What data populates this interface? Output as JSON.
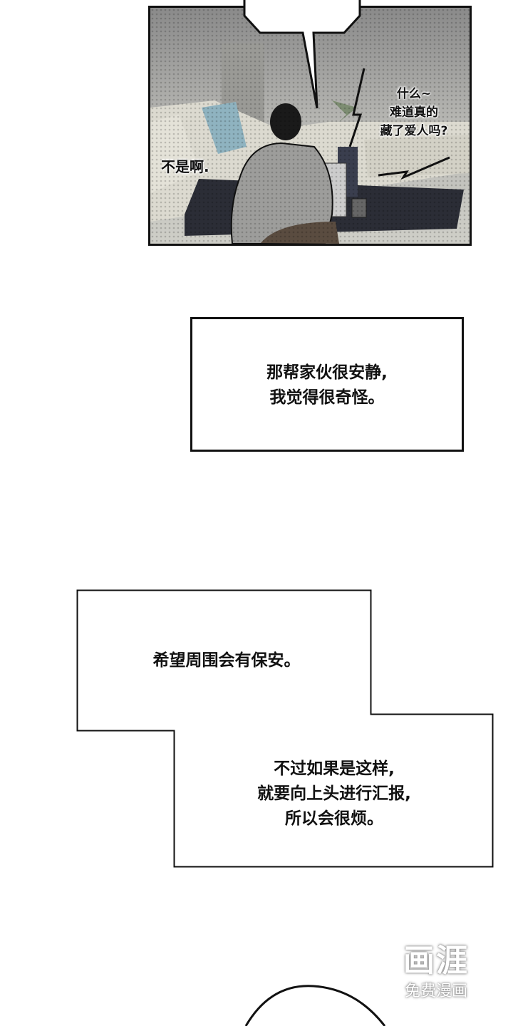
{
  "panel1": {
    "sfx_left": "不是啊.",
    "sfx_right_lines": [
      "什么~",
      "难道真的",
      "藏了爱人吗?"
    ]
  },
  "caption1": {
    "lines": [
      "那帮家伙很安静,",
      "我觉得很奇怪。"
    ]
  },
  "bubble_group": {
    "upper": "希望周围会有保安。",
    "lower_lines": [
      "不过如果是这样,",
      "就要向上头进行汇报,",
      "所以会很烦。"
    ]
  },
  "watermark": {
    "logo": "画涯",
    "subtitle": "免费漫画"
  }
}
